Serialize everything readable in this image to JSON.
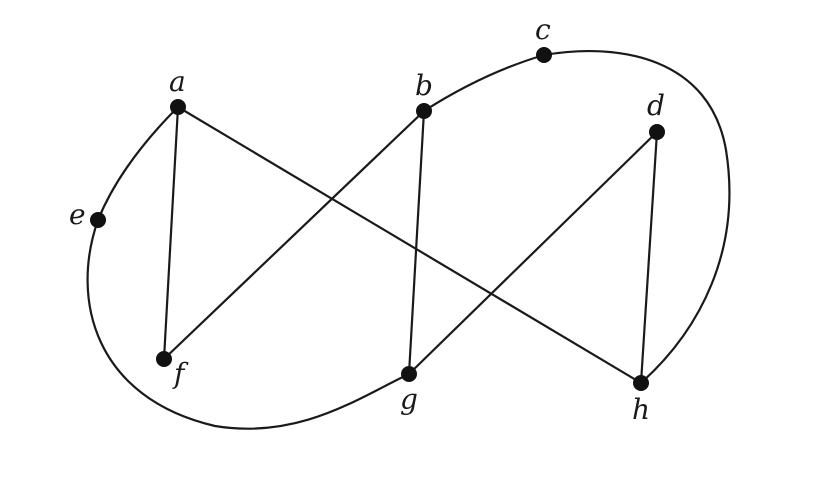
{
  "graph": {
    "vertices": [
      {
        "id": "a",
        "label": "a"
      },
      {
        "id": "b",
        "label": "b"
      },
      {
        "id": "c",
        "label": "c"
      },
      {
        "id": "d",
        "label": "d"
      },
      {
        "id": "e",
        "label": "e"
      },
      {
        "id": "f",
        "label": "f"
      },
      {
        "id": "g",
        "label": "g"
      },
      {
        "id": "h",
        "label": "h"
      }
    ],
    "edges": [
      [
        "a",
        "f"
      ],
      [
        "a",
        "h"
      ],
      [
        "b",
        "f"
      ],
      [
        "b",
        "g"
      ],
      [
        "d",
        "g"
      ],
      [
        "d",
        "h"
      ],
      [
        "a",
        "e"
      ],
      [
        "e",
        "g"
      ],
      [
        "b",
        "c"
      ],
      [
        "c",
        "h"
      ]
    ]
  },
  "colors": {
    "line": "#1a1a1a",
    "vertex": "#111111",
    "background": "#ffffff"
  }
}
